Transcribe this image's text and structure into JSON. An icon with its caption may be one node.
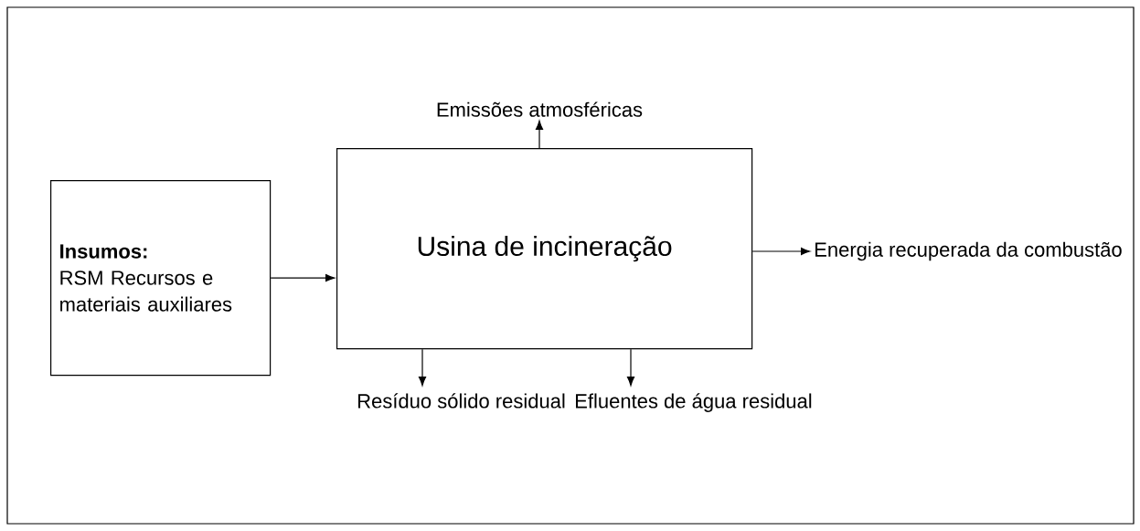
{
  "diagram": {
    "nodes": [
      {
        "text": [
          "Insumos:",
          "RSM Recursos e materiais auxiliares"
        ]
      },
      {
        "text": [
          "Usina de incineração"
        ]
      },
      {
        "text": [
          "Emissões atmosféricas"
        ]
      },
      {
        "text": [
          "Energia recuperada da combustão"
        ]
      },
      {
        "text": [
          "Resíduo sólido residual"
        ]
      },
      {
        "text": [
          "Efluentes de água residual"
        ]
      }
    ],
    "edges": [
      {
        "from": 0,
        "to": 1,
        "arrow": "to"
      },
      {
        "from": 1,
        "to": 2,
        "arrow": "to"
      },
      {
        "from": 1,
        "to": 3,
        "arrow": "to"
      },
      {
        "from": 1,
        "to": 4,
        "arrow": "to"
      },
      {
        "from": 1,
        "to": 5,
        "arrow": "to"
      }
    ]
  }
}
